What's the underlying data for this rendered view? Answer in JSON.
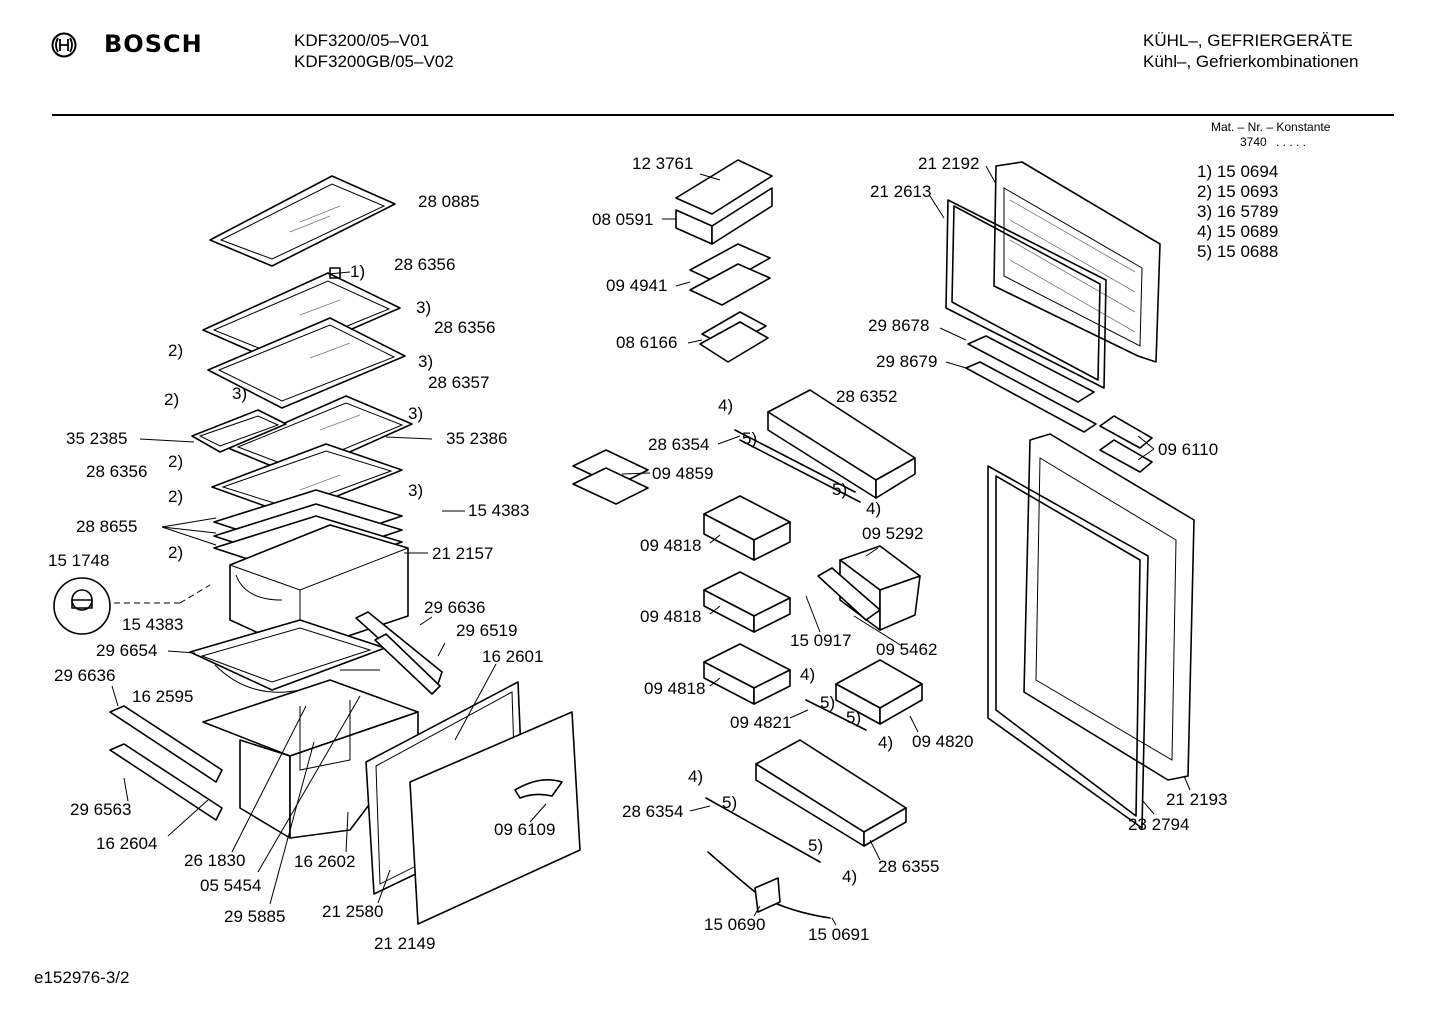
{
  "header": {
    "brand": "BOSCH",
    "models": [
      "KDF3200/05–V01",
      "KDF3200GB/05–V02"
    ],
    "category": "KÜHL–, GEFRIERGERÄTE",
    "subcategory": "Kühl–, Gefrierkombinationen"
  },
  "mat_info": {
    "title": "Mat. – Nr. – Konstante",
    "value": "3740",
    "dots": ". . . . ."
  },
  "footnotes": [
    "1)  15 0694",
    "2)  15 0693",
    "3)  16 5789",
    "4)  15 0689",
    "5)  15 0688"
  ],
  "doc_id": "e152976-3/2",
  "labels": [
    "28 0885",
    "1)",
    "28 6356",
    "3)",
    "28 6356",
    "2)",
    "3)",
    "2)",
    "3)",
    "28 6357",
    "3)",
    "35 2385",
    "35 2386",
    "2)",
    "28 6356",
    "2)",
    "3)",
    "15 4383",
    "28 8655",
    "2)",
    "21 2157",
    "15 1748",
    "15 4383",
    "29 6636",
    "29 6519",
    "29 6654",
    "16 2601",
    "29 6636",
    "16 2595",
    "29 6563",
    "16 2604",
    "26 1830",
    "05 5454",
    "16 2602",
    "29 5885",
    "21 2580",
    "21 2149",
    "09 6109",
    "12 3761",
    "08 0591",
    "09 4941",
    "08 6166",
    "4)",
    "5)",
    "28 6352",
    "28 6354",
    "09 4859",
    "5)",
    "4)",
    "09 4818",
    "09 5292",
    "09 4818",
    "15 0917",
    "09 5462",
    "09 4818",
    "4)",
    "5)",
    "5)",
    "09 4821",
    "4)",
    "09 4820",
    "4)",
    "5)",
    "28 6354",
    "5)",
    "4)",
    "28 6355",
    "15 0690",
    "15 0691",
    "21 2192",
    "21 2613",
    "29 8678",
    "29 8679",
    "09 6110",
    "21 2193",
    "23 2794"
  ]
}
